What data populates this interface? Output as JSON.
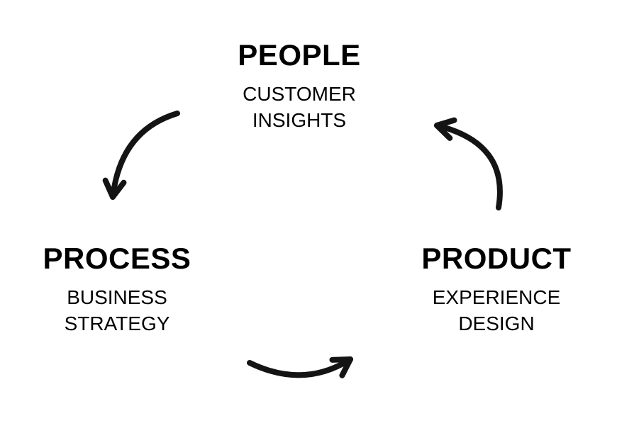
{
  "diagram": {
    "type": "cycle",
    "colors": {
      "text": "#000000",
      "background": "#ffffff",
      "arrow": "#141414"
    },
    "nodes": [
      {
        "id": "people",
        "label": "PEOPLE",
        "sublines": [
          "CUSTOMER",
          "INSIGHTS"
        ]
      },
      {
        "id": "process",
        "label": "PROCESS",
        "sublines": [
          "BUSINESS",
          "STRATEGY"
        ]
      },
      {
        "id": "product",
        "label": "PRODUCT",
        "sublines": [
          "EXPERIENCE",
          "DESIGN"
        ]
      }
    ],
    "arrows": [
      {
        "from": "PEOPLE",
        "to": "PROCESS"
      },
      {
        "from": "PROCESS",
        "to": "PRODUCT"
      },
      {
        "from": "PRODUCT",
        "to": "PEOPLE"
      }
    ]
  }
}
